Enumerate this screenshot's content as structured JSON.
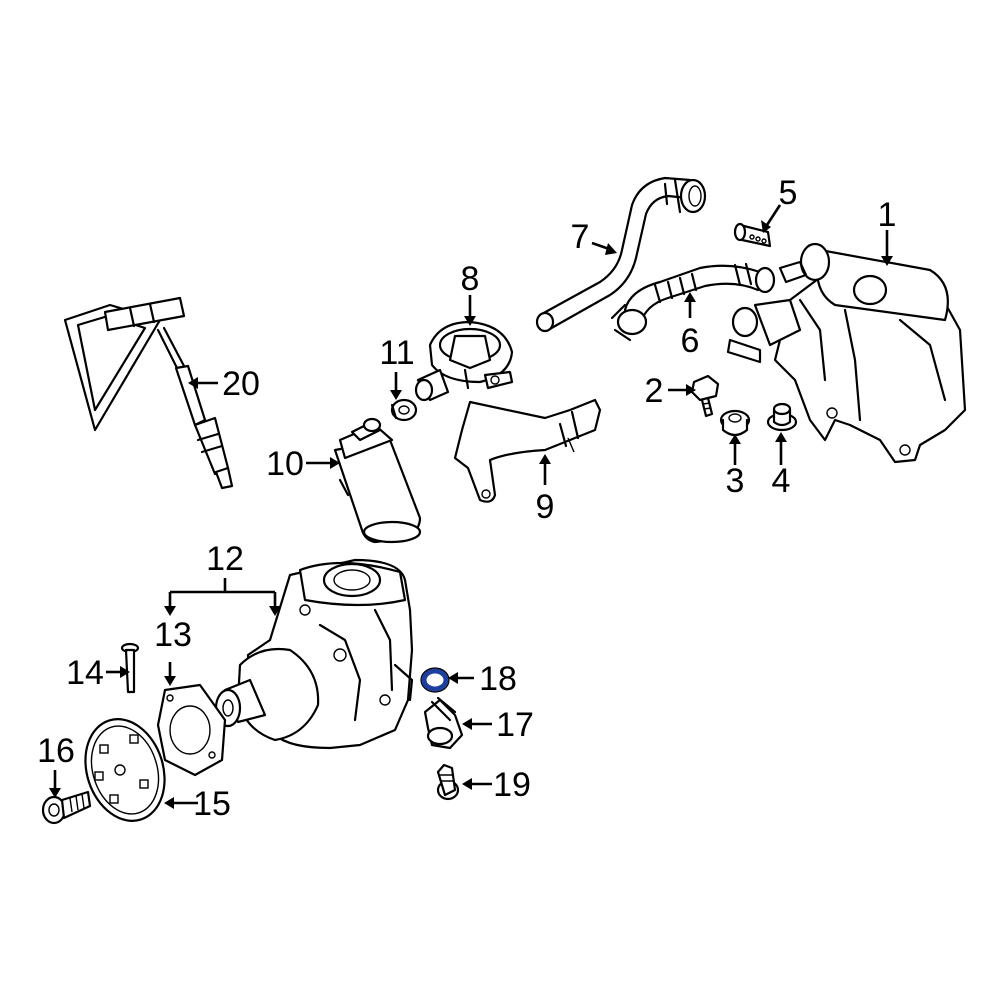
{
  "diagram": {
    "highlight_color": "#1f3fa0",
    "callouts": [
      {
        "id": "1",
        "label": "1"
      },
      {
        "id": "2",
        "label": "2"
      },
      {
        "id": "3",
        "label": "3"
      },
      {
        "id": "4",
        "label": "4"
      },
      {
        "id": "5",
        "label": "5"
      },
      {
        "id": "6",
        "label": "6"
      },
      {
        "id": "7",
        "label": "7"
      },
      {
        "id": "8",
        "label": "8"
      },
      {
        "id": "9",
        "label": "9"
      },
      {
        "id": "10",
        "label": "10"
      },
      {
        "id": "11",
        "label": "11"
      },
      {
        "id": "12",
        "label": "12"
      },
      {
        "id": "13",
        "label": "13"
      },
      {
        "id": "14",
        "label": "14"
      },
      {
        "id": "15",
        "label": "15"
      },
      {
        "id": "16",
        "label": "16"
      },
      {
        "id": "17",
        "label": "17"
      },
      {
        "id": "18",
        "label": "18"
      },
      {
        "id": "19",
        "label": "19"
      },
      {
        "id": "20",
        "label": "20"
      }
    ]
  }
}
